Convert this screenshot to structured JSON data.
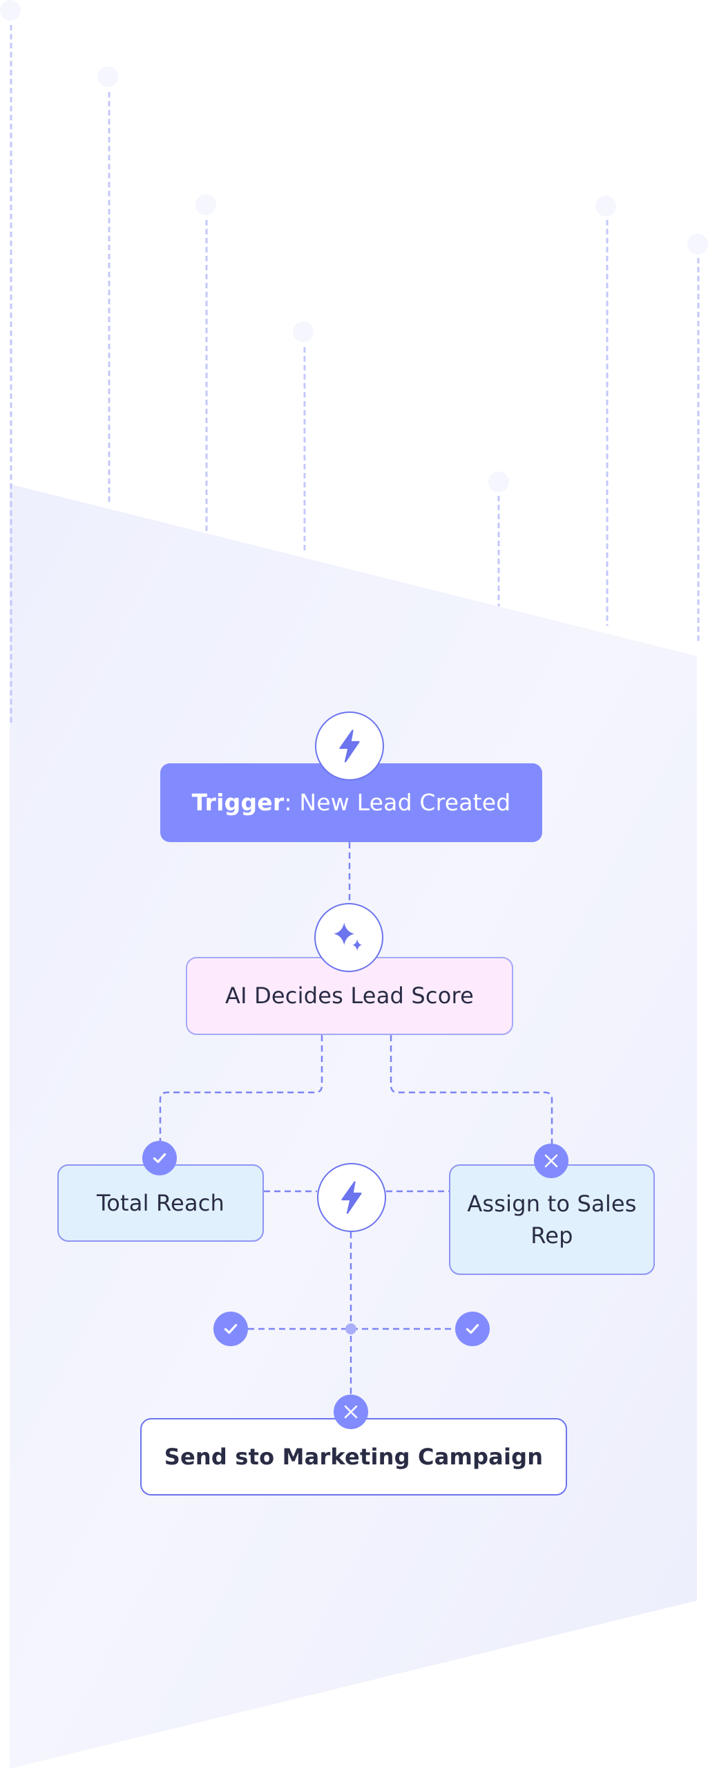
{
  "colors": {
    "accent": "#6c74ee",
    "trigger_fill": "#828bfd",
    "ai_fill": "#fdebfd",
    "branch_fill": "#e0f0fd",
    "badge_fill": "#828bfd",
    "text_dark": "#2a2c45",
    "panel_fill": "#eef0fd"
  },
  "flow": {
    "trigger": {
      "prefix": "Trigger",
      "separator": ":",
      "text": " New Lead Created",
      "icon": "lightning-icon"
    },
    "ai_step": {
      "label": "AI Decides Lead Score",
      "icon": "sparkles-icon"
    },
    "branch_yes": {
      "label": "Total Reach",
      "badge": "check-icon"
    },
    "branch_no": {
      "label": "Assign to Sales Rep",
      "badge": "close-icon"
    },
    "action_hub": {
      "icon": "lightning-icon"
    },
    "merge": {
      "left_badge": "check-icon",
      "right_badge": "check-icon",
      "bottom_badge": "close-icon"
    },
    "final": {
      "label": "Send sto Marketing Campaign"
    }
  }
}
